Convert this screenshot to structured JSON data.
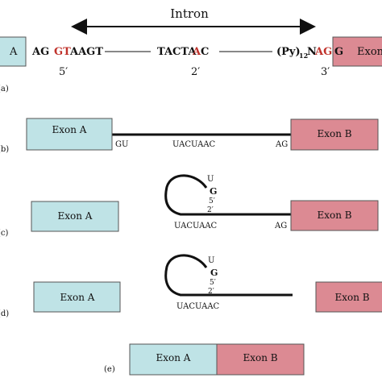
{
  "colors": {
    "exon_a_fill": "#bfe3e6",
    "exon_b_fill": "#dc8a93",
    "red_nucleotide": "#c0322b",
    "intron_line": "#111111"
  },
  "panel_a": {
    "title": "Intron",
    "exon_left": "A",
    "exon_right": "Exon",
    "ag_left": "AG",
    "donor_red": "GT",
    "donor_black": "AAGT",
    "branch_black": "TACTA",
    "branch_red": "A",
    "branch_tail": "C",
    "py": "(Py)",
    "py_sub": "12",
    "n": "N",
    "acceptor_red": "AG",
    "exon_right_g": "G",
    "five_prime": "5′",
    "two_prime": "2′",
    "three_prime": "3′",
    "label": "(a)"
  },
  "panel_b": {
    "exon_a": "Exon A",
    "exon_b": "Exon B",
    "gu": "GU",
    "branch": "UACUAAC",
    "ag": "AG",
    "label": "(b)"
  },
  "panel_c": {
    "exon_a": "Exon A",
    "exon_b": "Exon B",
    "u": "U",
    "g": "G",
    "five_prime": "5′",
    "two_prime": "2′",
    "branch": "UACUAAC",
    "ag": "AG",
    "label": "(c)"
  },
  "panel_d": {
    "exon_a": "Exon A",
    "exon_b": "Exon B",
    "u": "U",
    "g": "G",
    "five_prime": "5′",
    "two_prime": "2′",
    "branch": "UACUAAC",
    "label": "(d)"
  },
  "panel_e": {
    "exon_a": "Exon A",
    "exon_b": "Exon B",
    "label": "(e)"
  }
}
